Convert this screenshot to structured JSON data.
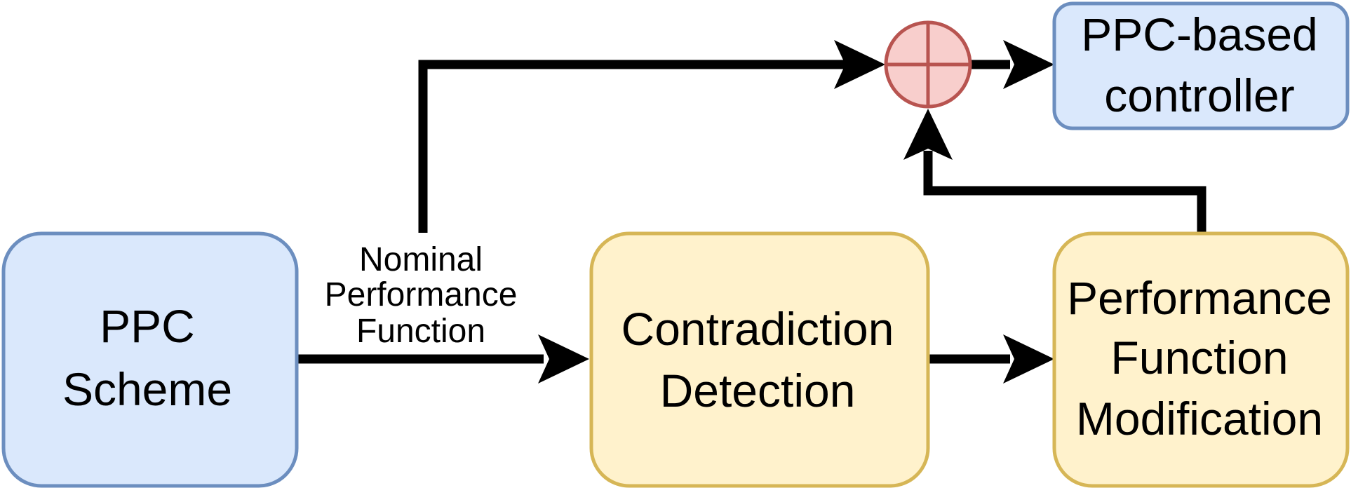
{
  "blocks": {
    "ppc_scheme": {
      "line1": "PPC",
      "line2": "Scheme"
    },
    "contradiction_detection": {
      "line1": "Contradiction",
      "line2": "Detection"
    },
    "performance_function_modification": {
      "line1": "Performance",
      "line2": "Function",
      "line3": "Modification"
    },
    "ppc_based_controller": {
      "line1": "PPC-based",
      "line2": "controller"
    }
  },
  "edge_labels": {
    "nominal_performance_function": {
      "line1": "Nominal",
      "line2": "Performance",
      "line3": "Function"
    }
  },
  "colors": {
    "blue_fill": "#dae8fc",
    "blue_stroke": "#6c8ebf",
    "yellow_fill": "#fff2cc",
    "yellow_stroke": "#d6b656",
    "sum_fill": "#f8cecc",
    "sum_stroke": "#b85450",
    "arrow": "#000000"
  }
}
